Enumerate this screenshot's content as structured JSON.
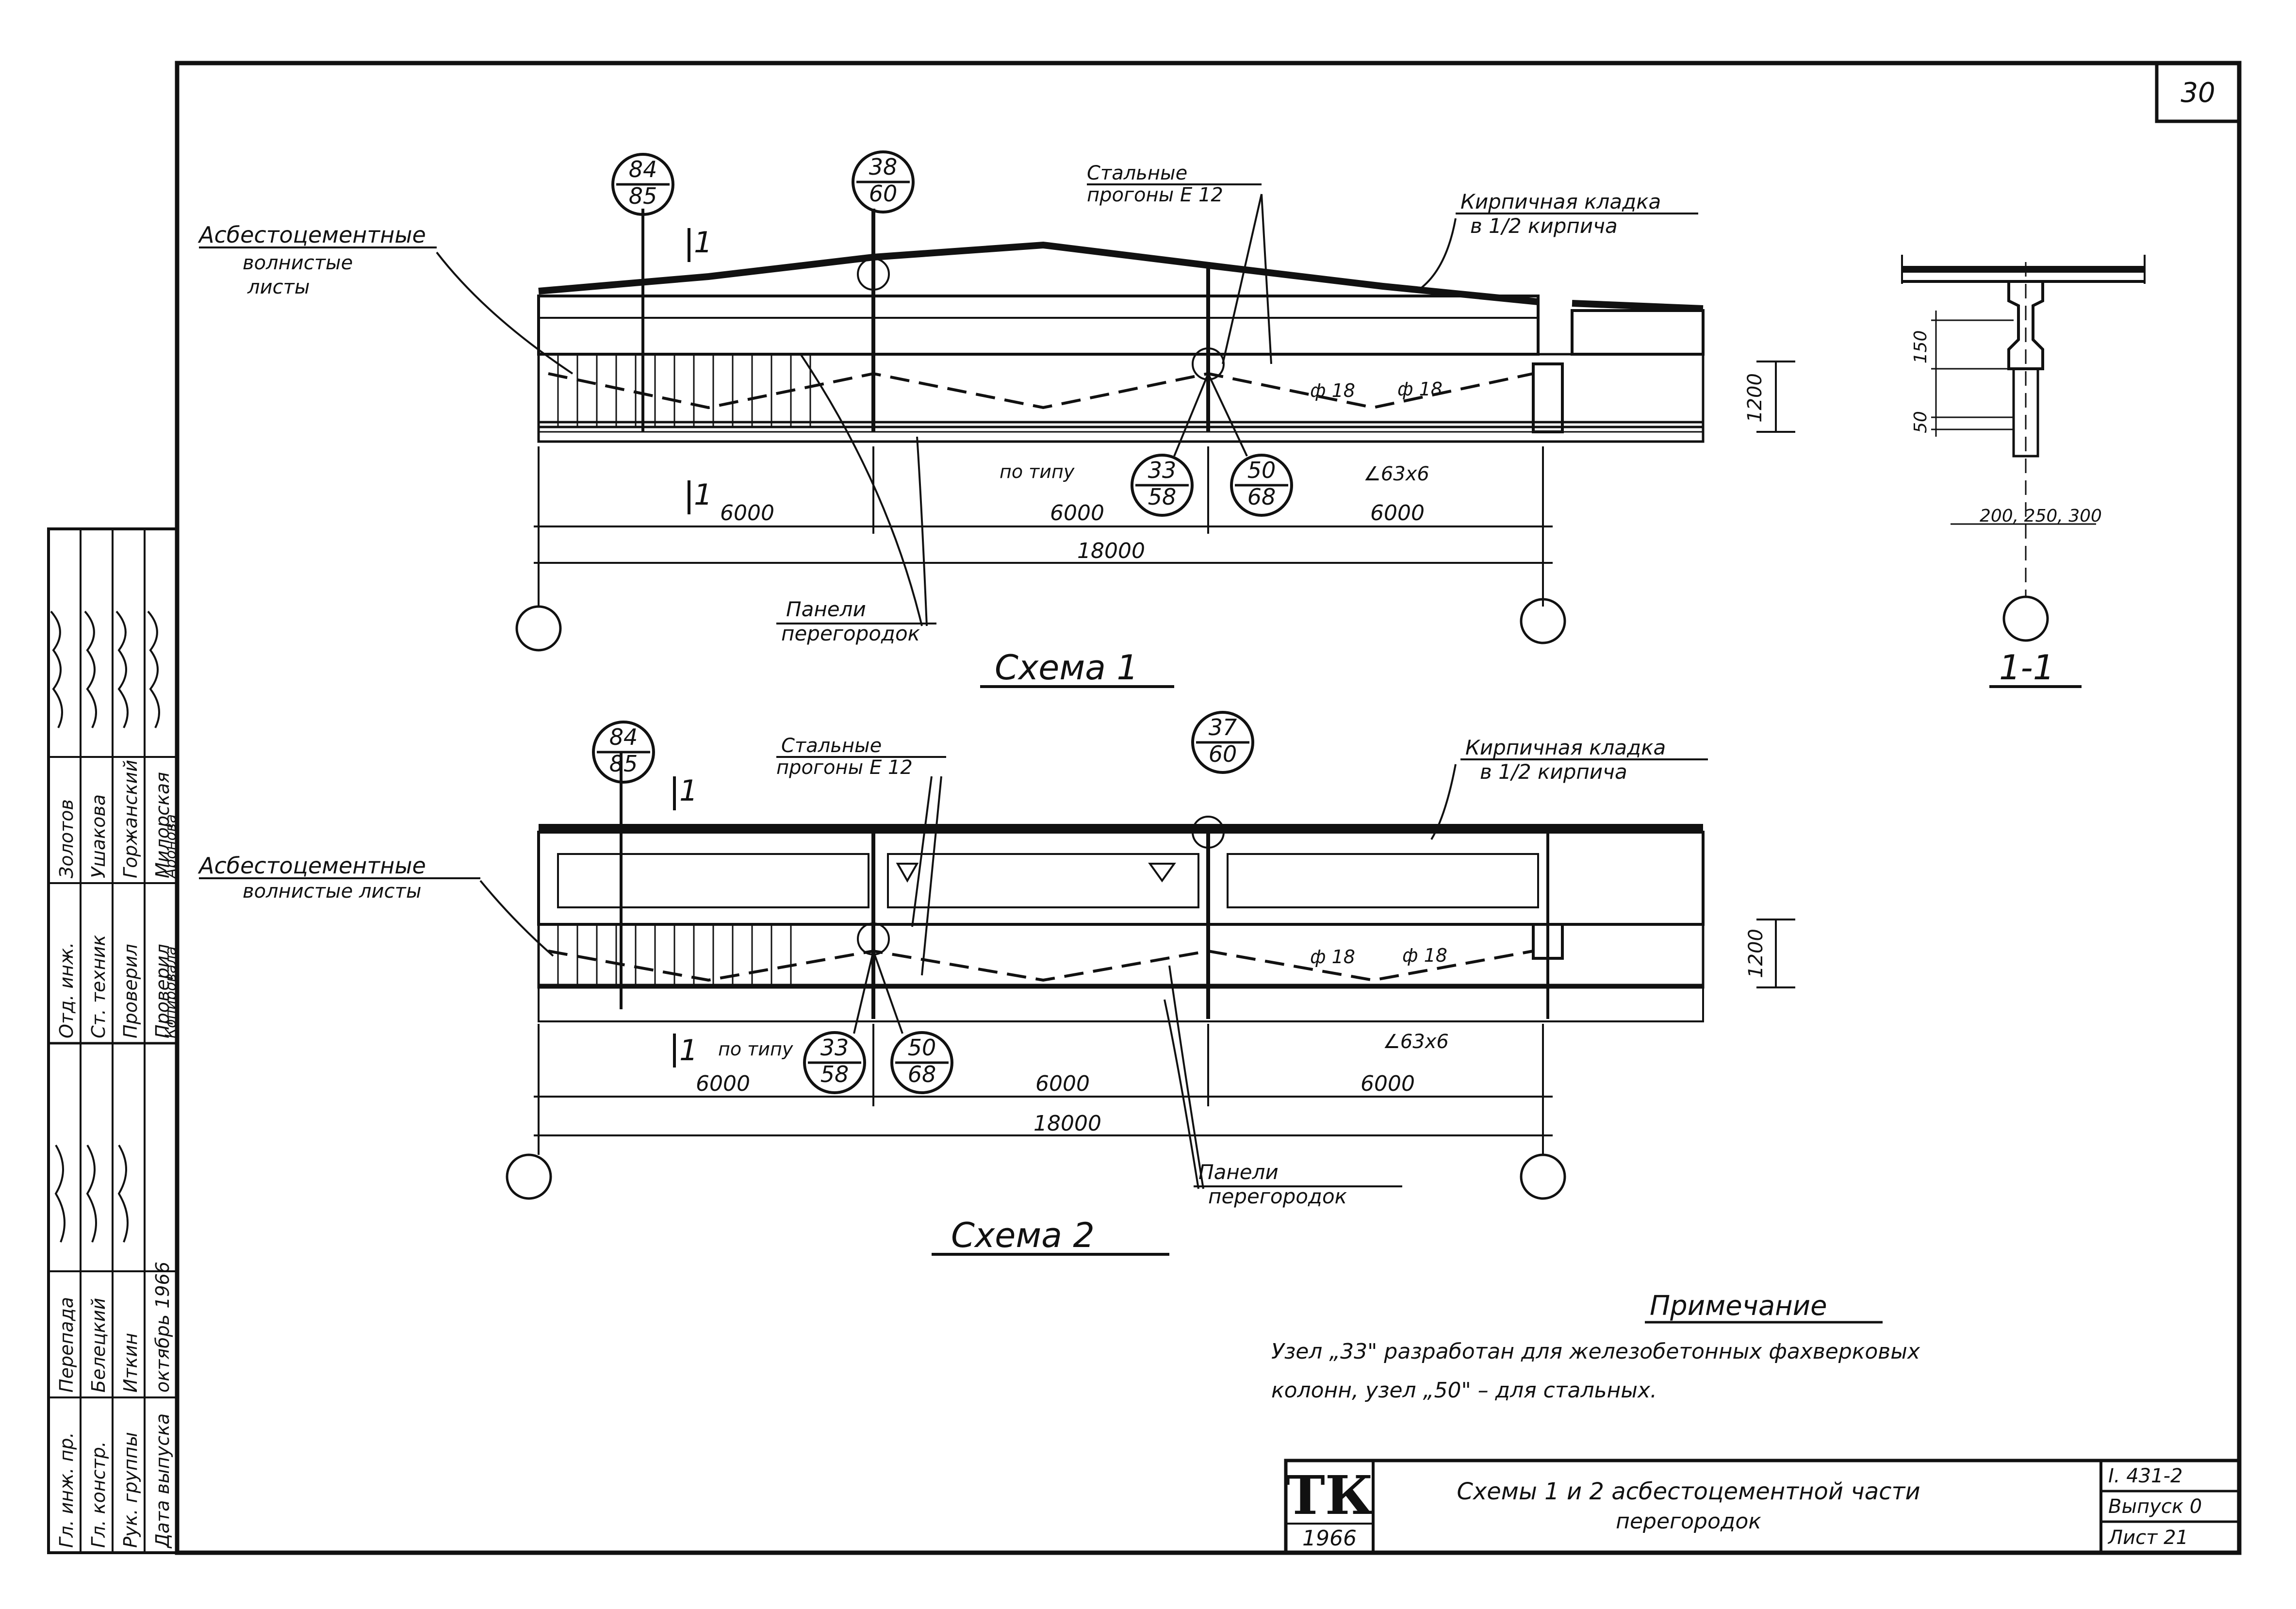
{
  "sheet": {
    "page_number": "30",
    "stamp_logo": "ТК",
    "stamp_year": "1966",
    "title_line1": "Схемы 1 и 2 асбестоцементной части",
    "title_line2": "перегородок",
    "series_code": "I. 431-2",
    "issue": "Выпуск 0",
    "sheet_no": "Лист 21"
  },
  "schema1": {
    "caption": "Схема 1",
    "label_asbestos": [
      "Асбестоцементные",
      "волнистые",
      "листы"
    ],
    "label_purlins": [
      "Стальные",
      "прогоны Е 12"
    ],
    "label_brick": [
      "Кирпичная кладка",
      "в 1/2 кирпича"
    ],
    "label_panels": [
      "Панели",
      "перегородок"
    ],
    "label_po_tipu": "по типу",
    "label_section": "1",
    "node_a": {
      "top": "84",
      "bottom": "85"
    },
    "node_b": {
      "top": "38",
      "bottom": "60"
    },
    "node_c": {
      "top": "33",
      "bottom": "58"
    },
    "node_d": {
      "top": "50",
      "bottom": "68"
    },
    "rod1": "ф 18",
    "rod2": "ф 18",
    "angle": "∠63x6",
    "height": "1200",
    "spans": [
      "6000",
      "6000",
      "6000"
    ],
    "total": "18000"
  },
  "schema2": {
    "caption": "Схема 2",
    "label_asbestos": [
      "Асбестоцементные",
      "волнистые листы"
    ],
    "label_purlins": [
      "Стальные",
      "прогоны Е 12"
    ],
    "label_brick": [
      "Кирпичная кладка",
      "в 1/2 кирпича"
    ],
    "label_panels": [
      "Панели",
      "перегородок"
    ],
    "label_po_tipu": "по типу",
    "label_section": "1",
    "node_a": {
      "top": "84",
      "bottom": "85"
    },
    "node_b": {
      "top": "37",
      "bottom": "60"
    },
    "node_c": {
      "top": "33",
      "bottom": "58"
    },
    "node_d": {
      "top": "50",
      "bottom": "68"
    },
    "rod1": "ф 18",
    "rod2": "ф 18",
    "angle": "∠63x6",
    "height": "1200",
    "spans": [
      "6000",
      "6000",
      "6000"
    ],
    "total": "18000"
  },
  "section": {
    "caption": "1-1",
    "dim1": "150",
    "dim2": "50",
    "widths": "200, 250, 300"
  },
  "note": {
    "heading": "Примечание",
    "line1": "Узел „33\" разработан для железобетонных фахверковых",
    "line2": "колонн, узел „50\" – для стальных."
  },
  "stamp_table": {
    "rows": [
      {
        "role": "Гл. инж. пр.",
        "name": "Перепада"
      },
      {
        "role": "Гл. констр.",
        "name": "Белецкий"
      },
      {
        "role": "Рук. группы",
        "name": "Иткин"
      },
      {
        "role": "Дата выпуска",
        "name": "октябрь 1966"
      },
      {
        "role": "Отд. инж.",
        "name": "Золотов"
      },
      {
        "role": "Ст. техник",
        "name": "Ушакова"
      },
      {
        "role": "Проверил",
        "name": "Горжанский"
      },
      {
        "role": "Проверил",
        "name": "Милорская"
      },
      {
        "role": "Копировала",
        "name": "Аронова"
      }
    ]
  }
}
